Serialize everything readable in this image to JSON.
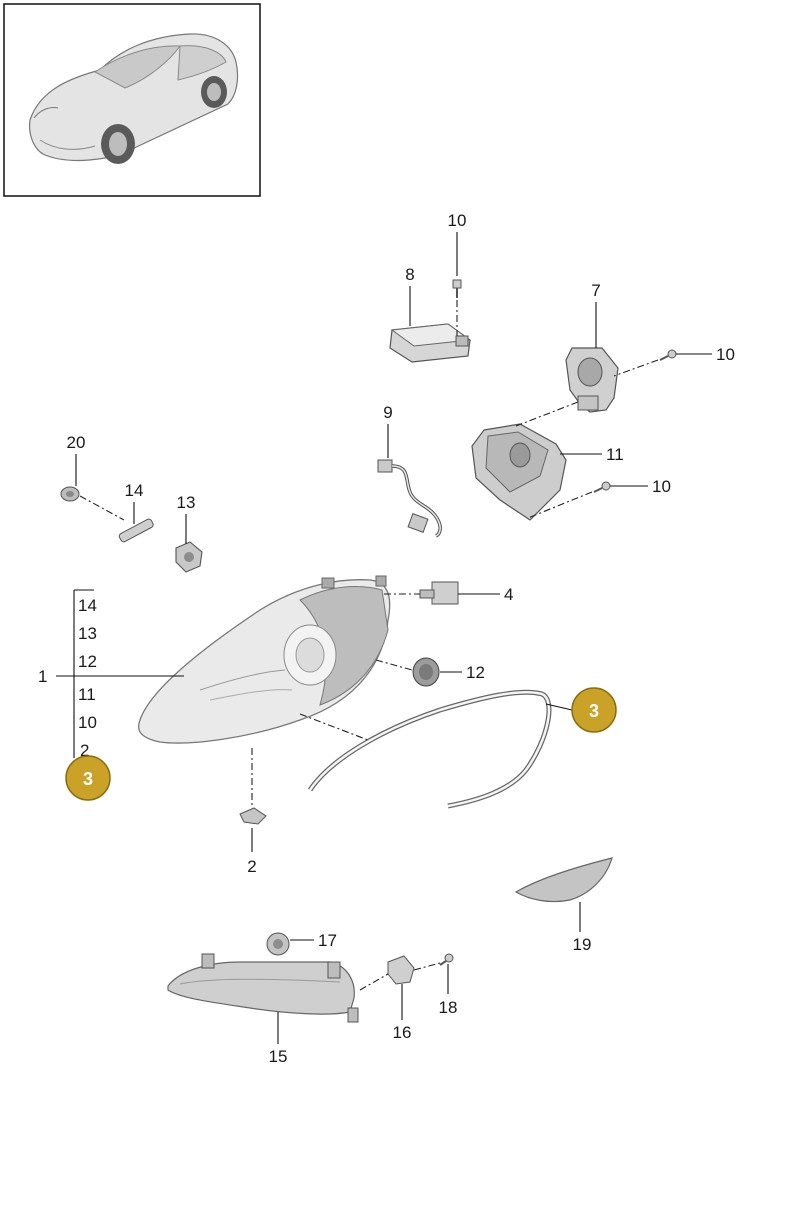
{
  "callouts": {
    "c1": "1",
    "c2": "2",
    "c4": "4",
    "c7": "7",
    "c8": "8",
    "c9": "9",
    "c10a": "10",
    "c10b": "10",
    "c10c": "10",
    "c11": "11",
    "c12": "12",
    "c13": "13",
    "c14": "14",
    "c15": "15",
    "c16": "16",
    "c17": "17",
    "c18": "18",
    "c19": "19",
    "c20": "20"
  },
  "bracket_list": [
    "14",
    "13",
    "12",
    "11",
    "10",
    "2"
  ],
  "badges": {
    "left": "3",
    "right": "3"
  },
  "colors": {
    "badge_fill": "#c9a227",
    "badge_stroke": "#8a6d12",
    "part_fill": "#d9d9d9"
  }
}
